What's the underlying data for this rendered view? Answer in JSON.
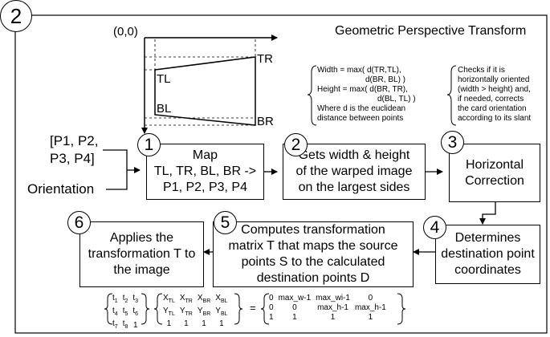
{
  "figure": {
    "number": "2",
    "title": "Geometric Perspective Transform"
  },
  "sketch": {
    "origin": "(0,0)",
    "corner_labels": {
      "tl": "TL",
      "tr": "TR",
      "bl": "BL",
      "br": "BR"
    }
  },
  "inputs": {
    "points_line1": "[P1, P2,",
    "points_line2": "P3, P4]",
    "orientation": "Orientation"
  },
  "steps": [
    {
      "num": "1",
      "lines": [
        "Map",
        "TL, TR, BL, BR ->",
        "P1, P2, P3, P4"
      ]
    },
    {
      "num": "2",
      "lines": [
        "Gets width & height",
        "of the warped image",
        "on the largest sides"
      ]
    },
    {
      "num": "3",
      "lines": [
        "Horizontal",
        "Correction"
      ]
    },
    {
      "num": "4",
      "lines": [
        "Determines",
        "destination point",
        "coordinates"
      ]
    },
    {
      "num": "5",
      "lines": [
        "Computes transformation",
        "matrix T that maps the source",
        "points S to the calculated",
        "destination points D"
      ]
    },
    {
      "num": "6",
      "lines": [
        "Applies the",
        "transformation T to",
        "the image"
      ]
    }
  ],
  "notes": {
    "width_height": [
      "Width = max( d(TR,TL),",
      "d(BR, BL) )",
      "Height = max( d(BR, TR),",
      "d(BL, TL) )",
      "Where d is the euclidean",
      "distance between points"
    ],
    "orientation": [
      "Checks if it is",
      "horizontally oriented",
      "(width > height) and,",
      "if needed, corrects",
      "the card orientation",
      "according to its slant"
    ]
  },
  "equation": {
    "t_matrix": [
      [
        "t1",
        "t2",
        "t3"
      ],
      [
        "t4",
        "t5",
        "t6"
      ],
      [
        "t7",
        "t8",
        "1"
      ]
    ],
    "source_matrix": [
      [
        "XTL",
        "XTR",
        "XBR",
        "XBL"
      ],
      [
        "YTL",
        "YTR",
        "YBR",
        "YBL"
      ],
      [
        "1",
        "1",
        "1",
        "1"
      ]
    ],
    "equals": "=",
    "dest_matrix": [
      [
        "0",
        "max_w-1",
        "max_wi-1",
        "0"
      ],
      [
        "0",
        "0",
        "max_h-1",
        "max_h-1"
      ],
      [
        "1",
        "1",
        "1",
        "1"
      ]
    ]
  }
}
